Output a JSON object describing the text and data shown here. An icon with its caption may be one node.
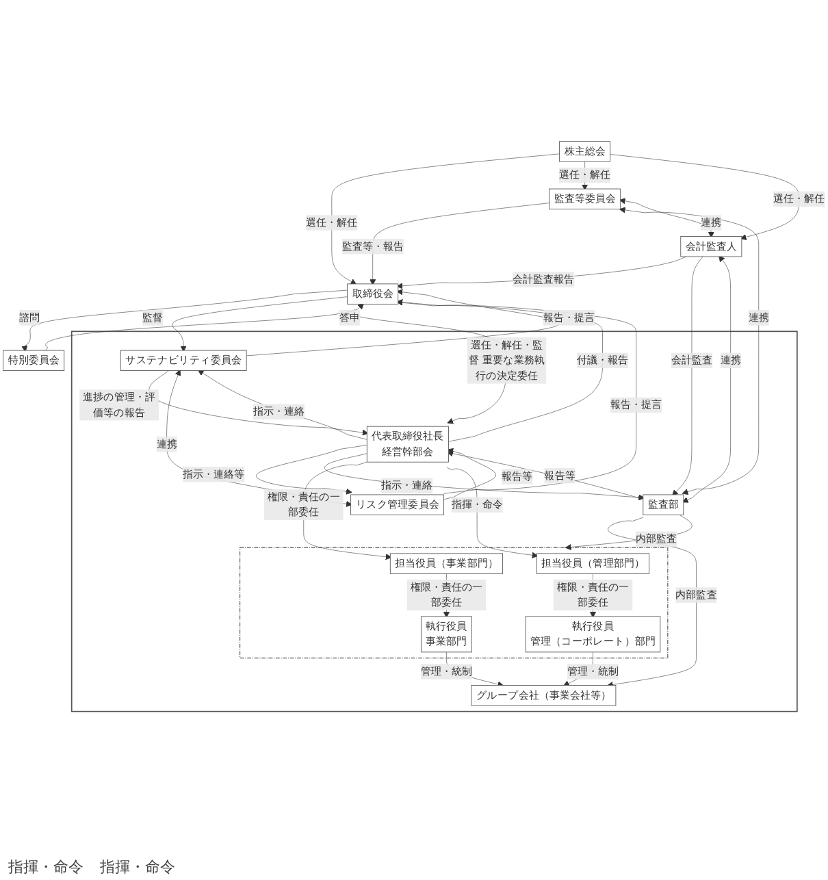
{
  "diagram": {
    "nodes": [
      {
        "text": [
          "株主総会"
        ]
      },
      {
        "text": [
          "取締役会"
        ]
      },
      {
        "text": [
          "監査等委員会"
        ]
      },
      {
        "text": [
          "会計監査人"
        ]
      },
      {
        "text": [
          "特別委員会"
        ]
      },
      {
        "text": [],
        "shape": "box"
      },
      {
        "text": [
          "リスク管理委員会"
        ],
        "in": 5
      },
      {
        "text": [
          "代表取締役社長",
          "経営幹部会"
        ],
        "in": 5
      },
      {
        "text": [
          "監査部"
        ],
        "in": 5
      },
      {
        "text": [
          "サステナビリティ委員会"
        ],
        "in": 5
      },
      {
        "text": [],
        "shape": "box",
        "in": 5
      },
      {
        "text": [
          "担当役員（事業部門）"
        ],
        "in": 10
      },
      {
        "text": [
          "担当役員（管理部門）"
        ],
        "in": 10
      },
      {
        "text": [
          "執行役員",
          "事業部門"
        ],
        "in": 10
      },
      {
        "text": [
          "執行役員",
          "管理（コーポレート）部門"
        ],
        "in": 10
      },
      {
        "text": [
          "グループ会社（事業会社等）"
        ],
        "in": 5
      }
    ],
    "edges": [
      {
        "from": 0,
        "to": 1,
        "arrow": "to",
        "label": "選任・解任"
      },
      {
        "from": 0,
        "to": 2,
        "arrow": "to",
        "label": "選任・解任"
      },
      {
        "from": 0,
        "to": 3,
        "arrow": "to",
        "label": "選任・解任"
      },
      {
        "from": 2,
        "to": 1,
        "arrow": "to",
        "label": "監査等・報告"
      },
      {
        "from": 2,
        "to": 3,
        "arrow": "both",
        "label": "連携"
      },
      {
        "from": 1,
        "to": 4,
        "arrow": "to",
        "label": "諮問"
      },
      {
        "from": 4,
        "to": 1,
        "arrow": "to",
        "label": "答申"
      },
      {
        "from": 3,
        "to": 1,
        "arrow": "to",
        "label": "会計監査報告"
      },
      {
        "from": 1,
        "to": 9,
        "arrow": "to",
        "label": "監督"
      },
      {
        "from": 9,
        "to": 1,
        "arrow": "to",
        "label": "報告・提言"
      },
      {
        "from": 1,
        "to": 7,
        "arrow": "to",
        "label": "選任・解任・監督 重要な業務執行の決定委任"
      },
      {
        "from": 7,
        "to": 1,
        "arrow": "to",
        "label": "付議・報告"
      },
      {
        "from": 6,
        "to": 1,
        "arrow": "to",
        "label": "報告・提言"
      },
      {
        "from": 2,
        "to": 8,
        "arrow": "both",
        "label": "連携"
      },
      {
        "from": 3,
        "to": 8,
        "arrow": "to",
        "label": "会計監査"
      },
      {
        "from": 3,
        "to": 8,
        "arrow": "both",
        "label": "連携"
      },
      {
        "from": 6,
        "to": 7,
        "arrow": "to",
        "label": "報告等"
      },
      {
        "from": 7,
        "to": 6,
        "arrow": "to",
        "label": "指示・連絡等"
      },
      {
        "from": 7,
        "to": 8,
        "arrow": "to",
        "label": "指示・連絡"
      },
      {
        "from": 8,
        "to": 7,
        "arrow": "to",
        "label": "報告等"
      },
      {
        "from": 9,
        "to": 7,
        "arrow": "to",
        "label": "進捗の管理・評価等の報告"
      },
      {
        "from": 7,
        "to": 9,
        "arrow": "to",
        "label": "指示・連絡"
      },
      {
        "from": 9,
        "to": 6,
        "arrow": "both",
        "label": "連携"
      },
      {
        "from": 7,
        "to": 11,
        "arrow": "to",
        "label": "権限・責任の一部委任"
      },
      {
        "from": 7,
        "to": 12,
        "arrow": "to",
        "label": "指揮・命令"
      },
      {
        "from": 8,
        "to": 10,
        "arrow": "to",
        "label": "内部監査"
      },
      {
        "from": 11,
        "to": 13,
        "arrow": "to",
        "label": "権限・責任の一部委任"
      },
      {
        "from": 12,
        "to": 14,
        "arrow": "to",
        "label": "権限・責任の一部委任"
      },
      {
        "from": 13,
        "to": 15,
        "arrow": "to",
        "label": "管理・統制"
      },
      {
        "from": 14,
        "to": 15,
        "arrow": "to",
        "label": "管理・統制"
      },
      {
        "from": 8,
        "to": 15,
        "arrow": "to",
        "label": "内部監査"
      }
    ],
    "labels": [
      "指揮・命令",
      "指揮・命令"
    ]
  }
}
